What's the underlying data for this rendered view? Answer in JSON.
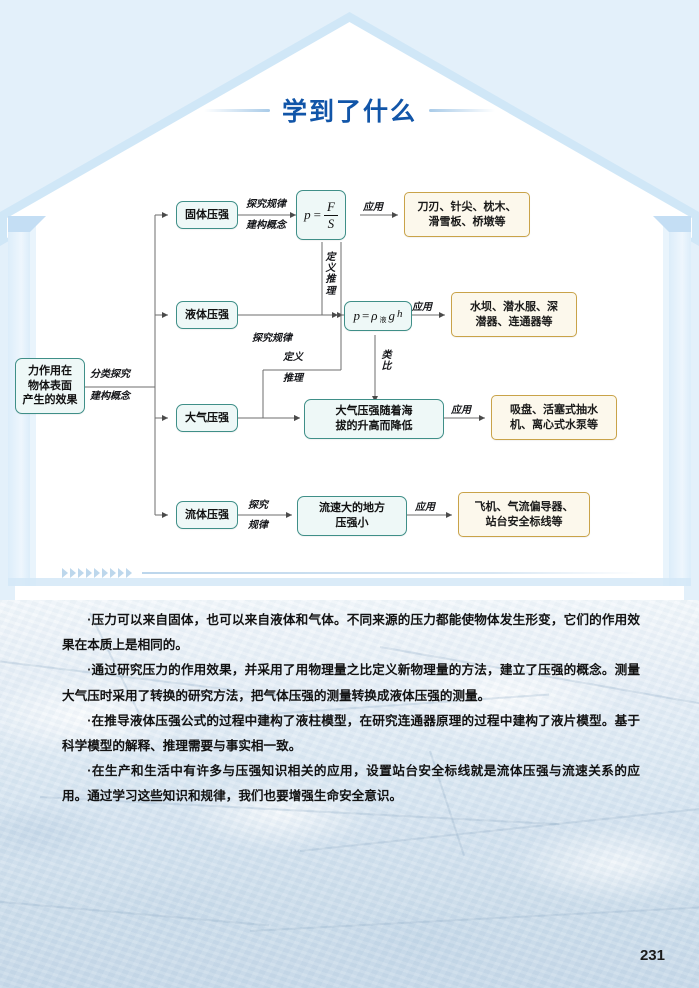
{
  "header": {
    "title": "学到了什么"
  },
  "page_number": "231",
  "diagram": {
    "root": "力作用在\n物体表面\n产生的效果",
    "root_lines": [
      "力作用在",
      "物体表面",
      "产生的效果"
    ],
    "root_edge_label_top": "分类探究",
    "root_edge_label_bottom": "建构概念",
    "branches": [
      {
        "name": "固体压强",
        "edge_top": "探究规律",
        "edge_bottom": "建构概念",
        "result": "p = F/S",
        "result_display": "p = F⁄S",
        "apply_label": "应用",
        "application": "刀刃、针尖、枕木、\n滑雪板、桥墩等",
        "application_lines": [
          "刀刃、针尖、枕木、",
          "滑雪板、桥墩等"
        ]
      },
      {
        "name": "液体压强",
        "edge_top": "探究规律",
        "result": "p = ρ液gh",
        "apply_label": "应用",
        "application_lines": [
          "水坝、潜水服、深",
          "潜器、连通器等"
        ]
      },
      {
        "name": "大气压强",
        "result_lines": [
          "大气压强随着海",
          "拔的升高而降低"
        ],
        "apply_label": "应用",
        "application_lines": [
          "吸盘、活塞式抽水",
          "机、离心式水泵等"
        ]
      },
      {
        "name": "流体压强",
        "edge_top": "探究",
        "edge_bottom": "规律",
        "result_lines": [
          "流速大的地方",
          "压强小"
        ],
        "apply_label": "应用",
        "application_lines": [
          "飞机、气流偏导器、",
          "站台安全标线等"
        ]
      }
    ],
    "vertical_labels": {
      "solid_to_liquid": [
        "定",
        "义",
        "推",
        "理"
      ],
      "liquid_to_gas": [
        "定义",
        "推理"
      ],
      "analogy": [
        "类",
        "比"
      ]
    },
    "solid_to_liquid_label": "定义推理",
    "liquid_to_gas_label_1": "定义",
    "liquid_to_gas_label_2": "推理",
    "analogy_label": "类比"
  },
  "summary": {
    "paragraphs": [
      "·压力可以来自固体，也可以来自液体和气体。不同来源的压力都能使物体发生形变，它们的作用效果在本质上是相同的。",
      "·通过研究压力的作用效果，并采用了用物理量之比定义新物理量的方法，建立了压强的概念。测量大气压时采用了转换的研究方法，把气体压强的测量转换成液体压强的测量。",
      "·在推导液体压强公式的过程中建构了液柱模型，在研究连通器原理的过程中建构了液片模型。基于科学模型的解释、推理需要与事实相一致。",
      "·在生产和生活中有许多与压强知识相关的应用，设置站台安全标线就是流体压强与流速关系的应用。通过学习这些知识和规律，我们也要增强生命安全意识。"
    ]
  },
  "colors": {
    "title": "#1155a8",
    "house_fill": "#e3f0fa",
    "node_border": "#3f8f88",
    "node_fill": "#eef8f7",
    "app_border": "#c9a349",
    "app_fill": "#fcf8ec"
  }
}
